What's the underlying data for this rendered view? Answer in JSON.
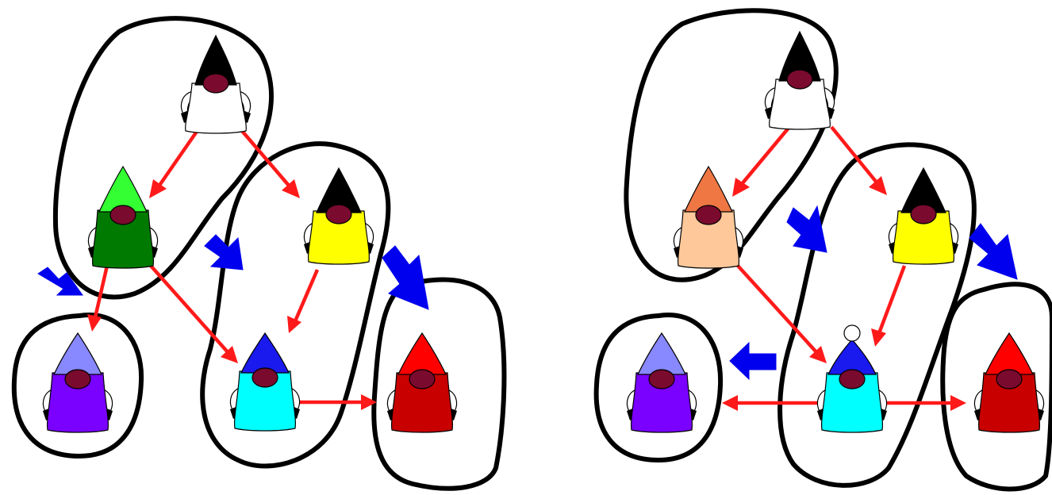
{
  "diagram": {
    "colors": {
      "white": {
        "body": "#ffffff",
        "hat": "#000000",
        "face": "#7a0a2e"
      },
      "green": {
        "body": "#007a00",
        "hat": "#33ff33",
        "face": "#7a0a2e"
      },
      "peach": {
        "body": "#ffc89a",
        "hat": "#ee7744",
        "face": "#7a0a2e"
      },
      "yellow": {
        "body": "#ffff00",
        "hat": "#000000",
        "face": "#7a0a2e"
      },
      "purple": {
        "body": "#7a00ff",
        "hat": "#8888ff",
        "face": "#7a0a2e"
      },
      "cyan": {
        "body": "#00ffff",
        "hat": "#1a1aee",
        "face": "#7a0a2e"
      },
      "red": {
        "body": "#c80000",
        "hat": "#ff0000",
        "face": "#7a0a2e"
      },
      "redArrow": "#ff1a1a",
      "blueArrow": "#0000ee"
    },
    "panels": [
      {
        "name": "left-panel",
        "figures": [
          {
            "name": "figure-white",
            "color": "white"
          },
          {
            "name": "figure-green",
            "color": "green"
          },
          {
            "name": "figure-yellow",
            "color": "yellow"
          },
          {
            "name": "figure-purple",
            "color": "purple"
          },
          {
            "name": "figure-cyan",
            "color": "cyan"
          },
          {
            "name": "figure-red",
            "color": "red"
          }
        ]
      },
      {
        "name": "right-panel",
        "figures": [
          {
            "name": "figure-white",
            "color": "white"
          },
          {
            "name": "figure-peach",
            "color": "peach"
          },
          {
            "name": "figure-yellow",
            "color": "yellow"
          },
          {
            "name": "figure-purple",
            "color": "purple"
          },
          {
            "name": "figure-cyan",
            "color": "cyan",
            "pompom": true
          },
          {
            "name": "figure-red",
            "color": "red"
          }
        ]
      }
    ]
  }
}
